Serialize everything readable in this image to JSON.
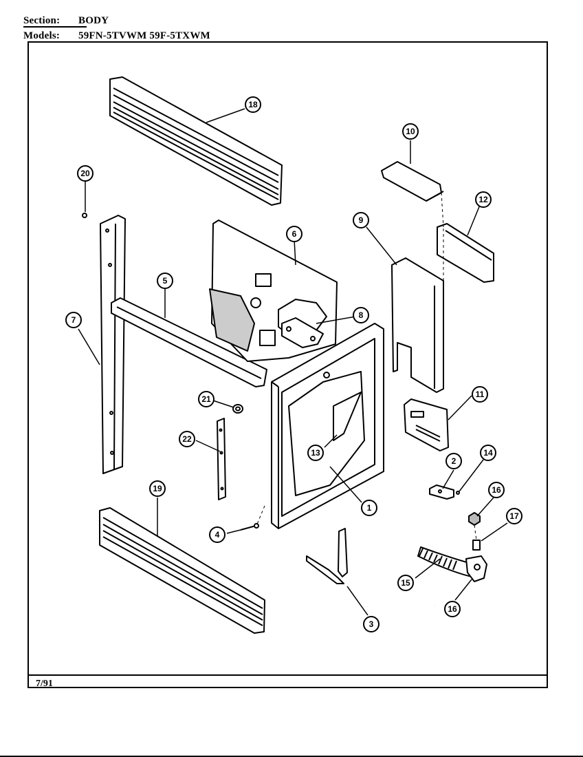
{
  "header": {
    "section_label": "Section:",
    "section_value": "BODY",
    "models_label": "Models:",
    "models_value": "59FN-5TVWM  59F-5TXWM"
  },
  "footer": {
    "date": "7/91"
  },
  "callouts": {
    "c1": "1",
    "c2": "2",
    "c3": "3",
    "c4": "4",
    "c5": "5",
    "c6": "6",
    "c7": "7",
    "c8": "8",
    "c9": "9",
    "c10": "10",
    "c11": "11",
    "c12": "12",
    "c13": "13",
    "c14": "14",
    "c15": "15",
    "c16": "16",
    "c17": "17",
    "c18": "18",
    "c19": "19",
    "c20": "20",
    "c21": "21",
    "c22": "22"
  }
}
